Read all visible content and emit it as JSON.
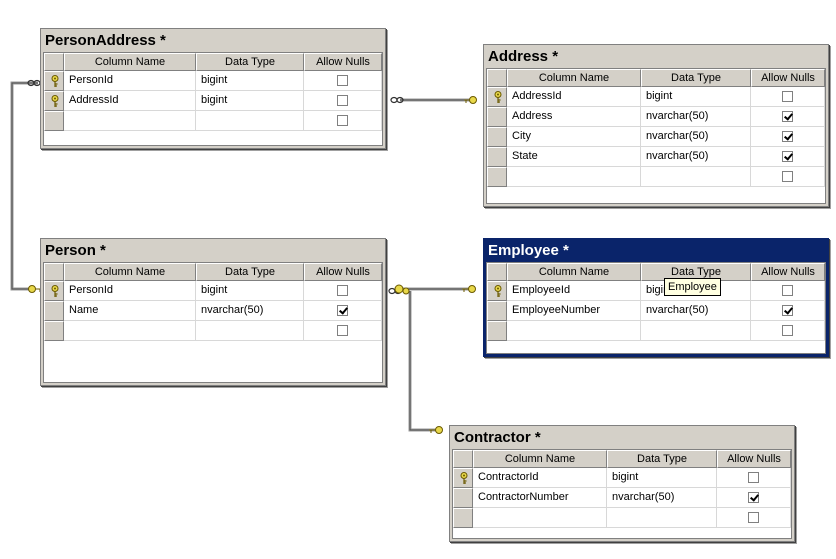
{
  "headers": {
    "column_name": "Column Name",
    "data_type": "Data Type",
    "allow_nulls": "Allow Nulls"
  },
  "tables": {
    "person_address": {
      "title": "PersonAddress *",
      "rows": [
        {
          "name": "PersonId",
          "type": "bigint",
          "nulls": false,
          "pk": true
        },
        {
          "name": "AddressId",
          "type": "bigint",
          "nulls": false,
          "pk": true
        },
        {
          "name": "",
          "type": "",
          "nulls": false,
          "pk": false
        }
      ]
    },
    "address": {
      "title": "Address *",
      "rows": [
        {
          "name": "AddressId",
          "type": "bigint",
          "nulls": false,
          "pk": true
        },
        {
          "name": "Address",
          "type": "nvarchar(50)",
          "nulls": true,
          "pk": false
        },
        {
          "name": "City",
          "type": "nvarchar(50)",
          "nulls": true,
          "pk": false
        },
        {
          "name": "State",
          "type": "nvarchar(50)",
          "nulls": true,
          "pk": false
        },
        {
          "name": "",
          "type": "",
          "nulls": false,
          "pk": false
        }
      ]
    },
    "person": {
      "title": "Person *",
      "rows": [
        {
          "name": "PersonId",
          "type": "bigint",
          "nulls": false,
          "pk": true
        },
        {
          "name": "Name",
          "type": "nvarchar(50)",
          "nulls": true,
          "pk": false
        },
        {
          "name": "",
          "type": "",
          "nulls": false,
          "pk": false
        }
      ]
    },
    "employee": {
      "title": "Employee *",
      "selected": true,
      "rows": [
        {
          "name": "EmployeeId",
          "type": "bigint",
          "nulls": false,
          "pk": true
        },
        {
          "name": "EmployeeNumber",
          "type": "nvarchar(50)",
          "nulls": true,
          "pk": false
        },
        {
          "name": "",
          "type": "",
          "nulls": false,
          "pk": false
        }
      ]
    },
    "contractor": {
      "title": "Contractor *",
      "rows": [
        {
          "name": "ContractorId",
          "type": "bigint",
          "nulls": false,
          "pk": true
        },
        {
          "name": "ContractorNumber",
          "type": "nvarchar(50)",
          "nulls": true,
          "pk": false
        },
        {
          "name": "",
          "type": "",
          "nulls": false,
          "pk": false
        }
      ]
    }
  },
  "tooltip": "Employee",
  "colors": {
    "selected_title_bg": "#0a246a",
    "table_frame": "#d4d0c8",
    "key_icon": "#e8d84a",
    "connector": "#808080"
  }
}
